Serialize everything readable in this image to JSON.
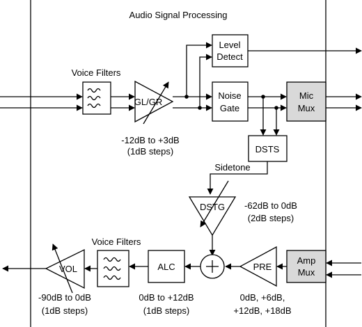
{
  "title": "Audio Signal Processing",
  "blocks": {
    "level_detect": [
      "Level",
      "Detect"
    ],
    "noise_gate": [
      "Noise",
      "Gate"
    ],
    "mic_mux": [
      "Mic",
      "Mux"
    ],
    "amp_mux": [
      "Amp",
      "Mux"
    ],
    "gl_gr": "GL/GR",
    "dsts": "DSTS",
    "dstg": "DSTG",
    "pre": "PRE",
    "alc": "ALC",
    "vol": "VOL"
  },
  "labels": {
    "voice_filters_top": "Voice Filters",
    "voice_filters_bottom": "Voice Filters",
    "sidetone": "Sidetone",
    "glgr_range": [
      "-12dB to +3dB",
      "(1dB steps)"
    ],
    "dstg_range": [
      "-62dB to 0dB",
      "(2dB steps)"
    ],
    "vol_range": [
      "-90dB to 0dB",
      "(1dB steps)"
    ],
    "alc_range": [
      "0dB to +12dB",
      "(1dB steps)"
    ],
    "pre_range": [
      "0dB, +6dB,",
      "+12dB, +18dB"
    ]
  },
  "colors": {
    "mux_fill": "#d9d9d9",
    "line": "#000000"
  }
}
